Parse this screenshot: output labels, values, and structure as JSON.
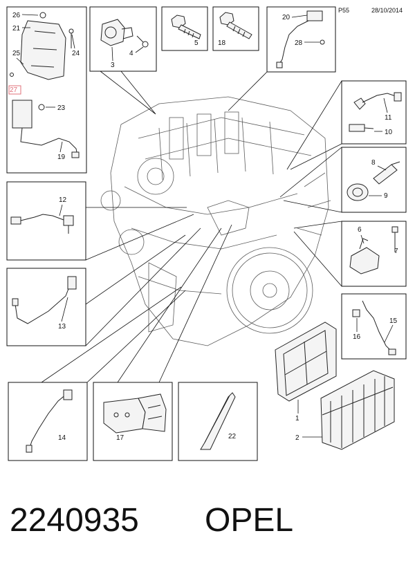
{
  "header": {
    "code": "P55",
    "date": "28/10/2014"
  },
  "footer": {
    "part_number": "2240935",
    "brand": "OPEL"
  },
  "callouts": {
    "c1": "1",
    "c2": "2",
    "c3": "3",
    "c4": "4",
    "c5": "5",
    "c6": "6",
    "c7": "7",
    "c8": "8",
    "c9": "9",
    "c10": "10",
    "c11": "11",
    "c12": "12",
    "c13": "13",
    "c14": "14",
    "c15": "15",
    "c16": "16",
    "c17": "17",
    "c18": "18",
    "c19": "19",
    "c20": "20",
    "c21": "21",
    "c22": "22",
    "c23": "23",
    "c24": "24",
    "c25": "25",
    "c26": "26",
    "c27": "27",
    "c28": "28"
  },
  "colors": {
    "highlight_27": "#e0707a",
    "line": "#111111"
  }
}
